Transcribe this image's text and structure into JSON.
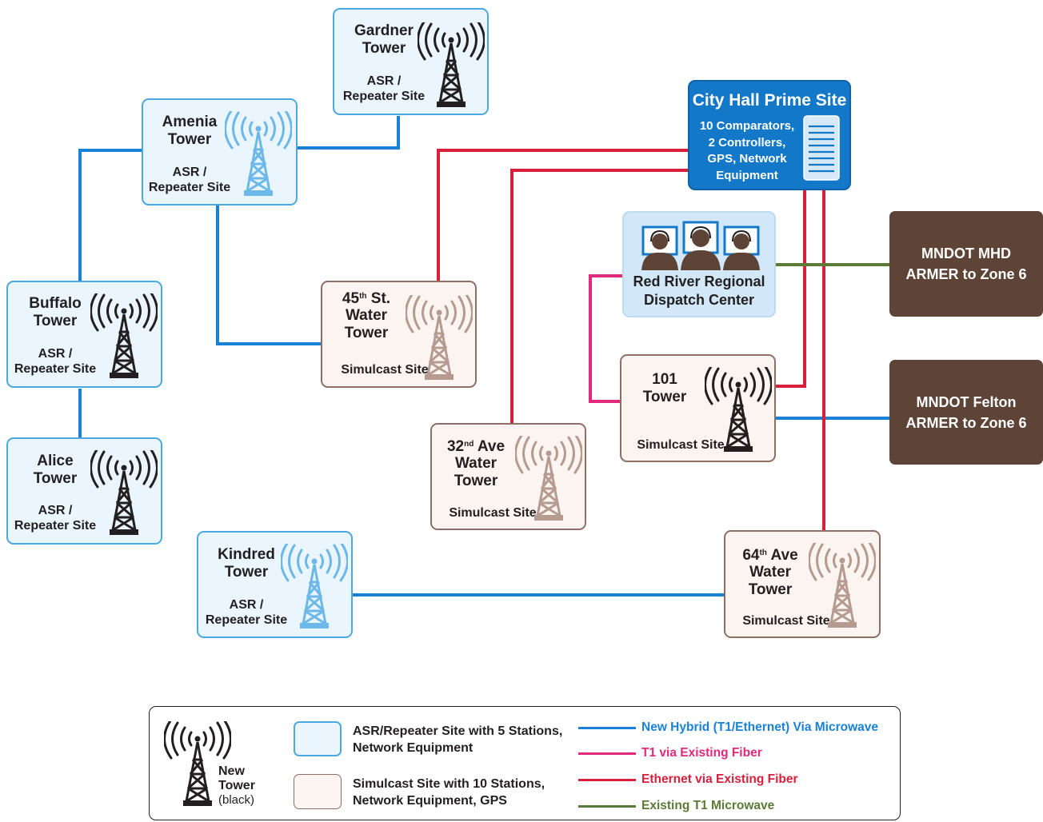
{
  "sites": {
    "gardner": {
      "name": "Gardner\nTower",
      "type": "ASR /\nRepeater Site"
    },
    "amenia": {
      "name": "Amenia\nTower",
      "type": "ASR /\nRepeater Site"
    },
    "buffalo": {
      "name": "Buffalo\nTower",
      "type": "ASR /\nRepeater Site"
    },
    "alice": {
      "name": "Alice\nTower",
      "type": "ASR /\nRepeater Site"
    },
    "kindred": {
      "name": "Kindred\nTower",
      "type": "ASR /\nRepeater Site"
    },
    "st45": {
      "num": "45",
      "sup": "th",
      "rest": " St.",
      "name2": "Water\nTower",
      "type": "Simulcast Site"
    },
    "ave32": {
      "num": "32",
      "sup": "nd",
      "rest": " Ave",
      "name2": "Water\nTower",
      "type": "Simulcast Site"
    },
    "ave64": {
      "num": "64",
      "sup": "th",
      "rest": " Ave",
      "name2": "Water\nTower",
      "type": "Simulcast Site"
    },
    "t101": {
      "name": "101\nTower",
      "type": "Simulcast Site"
    }
  },
  "prime": {
    "title": "City Hall Prime Site",
    "body": "10 Comparators,\n2 Controllers,\nGPS, Network\nEquipment"
  },
  "dispatch": {
    "name": "Red River Regional\nDispatch Center"
  },
  "mndot_mhd": "MNDOT MHD\nARMER to Zone 6",
  "mndot_felton": "MNDOT Felton\nARMER to Zone 6",
  "legend": {
    "tower_label": "New\nTower",
    "tower_note": "(black)",
    "asr_desc": "ASR/Repeater Site with 5 Stations,\nNetwork Equipment",
    "sim_desc": "Simulcast Site with 10 Stations,\nNetwork Equipment, GPS",
    "lines": [
      {
        "label": "New Hybrid (T1/Ethernet) Via Microwave",
        "color": "#1a82d6"
      },
      {
        "label": "T1 via Existing Fiber",
        "color": "#e2297b"
      },
      {
        "label": "Ethernet via Existing Fiber",
        "color": "#d81f3c"
      },
      {
        "label": "Existing T1 Microwave",
        "color": "#5a7a35"
      }
    ]
  },
  "colors": {
    "asr_fill": "#eaf5fd",
    "asr_border": "#4aa9e0",
    "sim_fill": "#fbf4f1",
    "sim_border": "#8f6e66",
    "prime": "#1478c8",
    "dark_box": "#5e4437"
  }
}
